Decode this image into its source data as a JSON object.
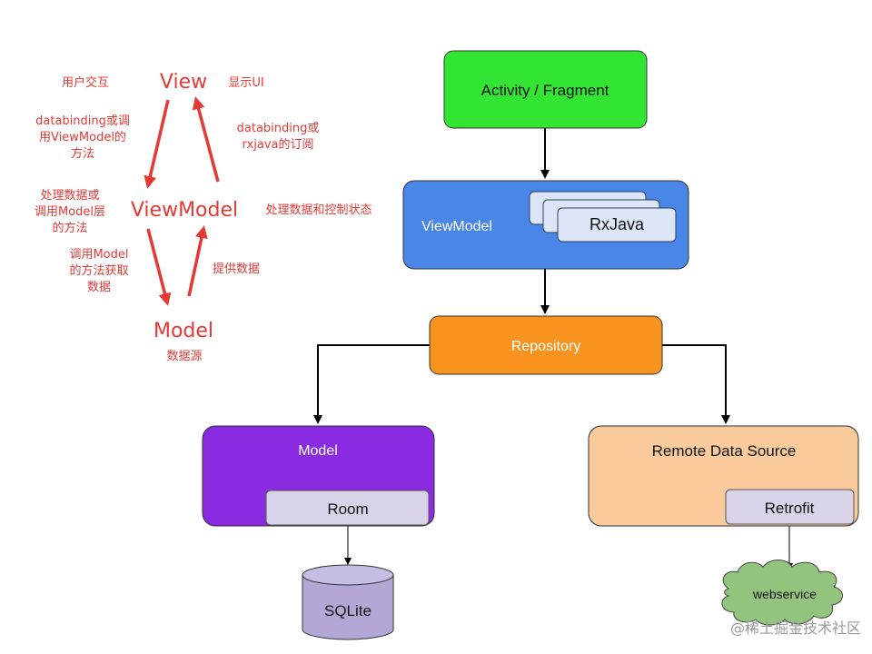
{
  "left": {
    "view": "View",
    "viewmodel": "ViewModel",
    "model": "Model",
    "user_interaction": "用户交互",
    "show_ui": "显示UI",
    "call_vm_line1": "databinding或调",
    "call_vm_line2": "用ViewModel的",
    "call_vm_line3": "方法",
    "subscribe_line1": "databinding或",
    "subscribe_line2": "rxjava的订阅",
    "process_line1": "处理数据或",
    "process_line2": "调用Model层",
    "process_line3": "的方法",
    "vm_state": "处理数据和控制状态",
    "get_data_line1": "调用Model",
    "get_data_line2": "的方法获取",
    "get_data_line3": "数据",
    "provide_data": "提供数据",
    "data_source": "数据源"
  },
  "right": {
    "activity_fragment": "Activity / Fragment",
    "viewmodel": "ViewModel",
    "rxjava": "RxJava",
    "repository": "Repository",
    "model": "Model",
    "room": "Room",
    "sqlite": "SQLite",
    "remote_data_source": "Remote Data Source",
    "retrofit": "Retrofit",
    "webservice": "webservice"
  },
  "watermark": "@稀土掘金技术社区",
  "colors": {
    "red": "#e53935",
    "activity": "#33e533",
    "viewmodel": "#4a86e8",
    "repository": "#f7931e",
    "model": "#8a2be2",
    "remote": "#f9cb9c",
    "inner": "#d9d2e9",
    "sqlite": "#b4a7d6",
    "cloud": "#93c47d"
  }
}
